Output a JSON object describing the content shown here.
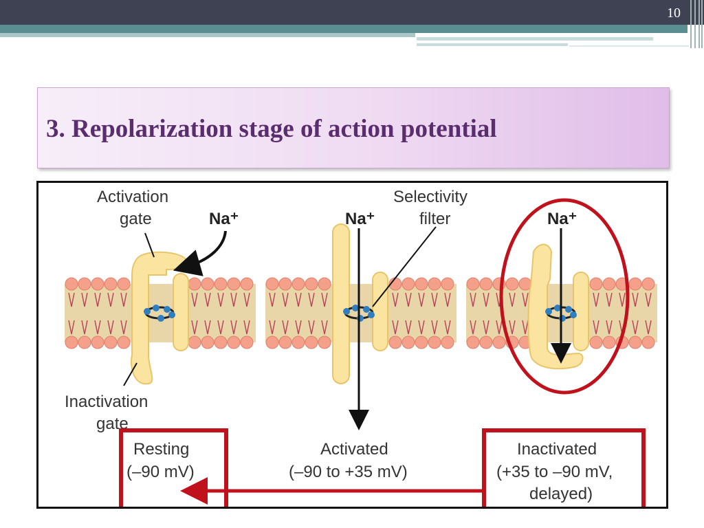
{
  "slide": {
    "page_number": "10",
    "title": "3. Repolarization stage of action potential"
  },
  "figure": {
    "labels": {
      "activation_gate_1": "Activation",
      "activation_gate_2": "gate",
      "na_ion_resting": "Na⁺",
      "na_ion_activated": "Na⁺",
      "na_ion_inactivated": "Na⁺",
      "selectivity_filter_1": "Selectivity",
      "selectivity_filter_2": "filter",
      "inactivation_gate_1": "Inactivation",
      "inactivation_gate_2": "gate"
    },
    "states": [
      {
        "name": "Resting",
        "voltage": "(–90 mV)",
        "extra": ""
      },
      {
        "name": "Activated",
        "voltage": "(–90 to +35 mV)",
        "extra": ""
      },
      {
        "name": "Inactivated",
        "voltage": "(+35 to –90 mV,",
        "extra": "delayed)"
      }
    ]
  },
  "colors": {
    "title_text": "#5a2e6e",
    "highlight_red": "#c0121c",
    "lipid_head": "#f4a08a",
    "channel_fill": "#fbe3a0",
    "membrane_core": "#e9d6a8",
    "filter_dot": "#2f7fc0"
  }
}
